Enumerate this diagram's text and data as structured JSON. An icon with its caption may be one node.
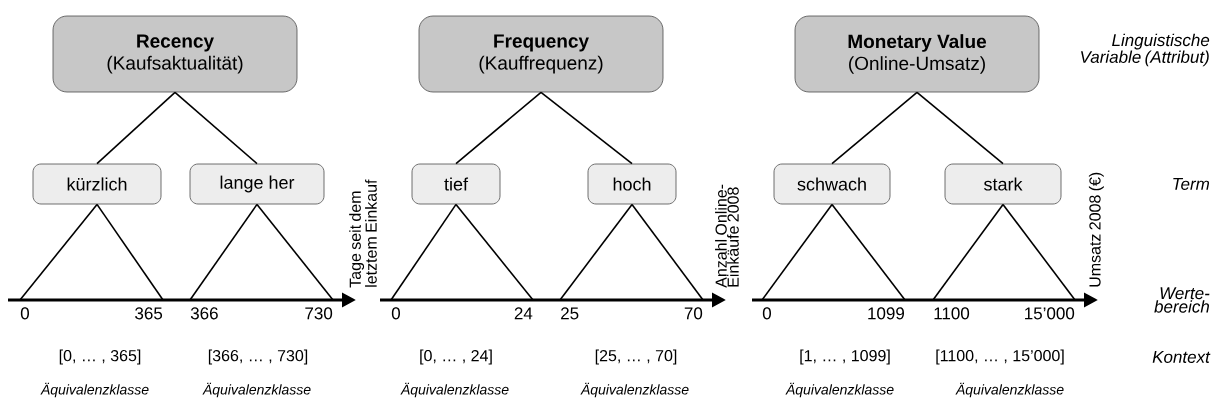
{
  "diagram": {
    "nodes": [
      {
        "text": [
          "Recency",
          "(Kaufsaktualität)"
        ]
      },
      {
        "text": [
          "kürzlich"
        ]
      },
      {
        "text": [
          "lange her"
        ]
      },
      {
        "text": [
          "Frequency",
          "(Kauffrequenz)"
        ]
      },
      {
        "text": [
          "tief"
        ]
      },
      {
        "text": [
          "hoch"
        ]
      },
      {
        "text": [
          "Monetary Value",
          "(Online-Umsatz)"
        ]
      },
      {
        "text": [
          "schwach"
        ]
      },
      {
        "text": [
          "stark"
        ]
      },
      {
        "text": [],
        "shape": "arrow"
      },
      {
        "text": [],
        "shape": "arrow"
      },
      {
        "text": [],
        "shape": "arrow"
      }
    ],
    "edges": [
      {
        "from": 0,
        "to": 1,
        "arrow": "none"
      },
      {
        "from": 0,
        "to": 2,
        "arrow": "none"
      },
      {
        "from": 3,
        "to": 4,
        "arrow": "none"
      },
      {
        "from": 3,
        "to": 5,
        "arrow": "none"
      },
      {
        "from": 6,
        "to": 7,
        "arrow": "none"
      },
      {
        "from": 6,
        "to": 8,
        "arrow": "none"
      },
      {
        "from": 1,
        "to": 9,
        "arrow": "none"
      },
      {
        "from": 1,
        "to": 9,
        "arrow": "none"
      },
      {
        "from": 2,
        "to": 9,
        "arrow": "none"
      },
      {
        "from": 2,
        "to": 9,
        "arrow": "none"
      },
      {
        "from": 4,
        "to": 10,
        "arrow": "none"
      },
      {
        "from": 4,
        "to": 10,
        "arrow": "none"
      },
      {
        "from": 5,
        "to": 10,
        "arrow": "none"
      },
      {
        "from": 5,
        "to": 10,
        "arrow": "none"
      },
      {
        "from": 7,
        "to": 11,
        "arrow": "none"
      },
      {
        "from": 7,
        "to": 11,
        "arrow": "none"
      },
      {
        "from": 8,
        "to": 11,
        "arrow": "none"
      },
      {
        "from": 8,
        "to": 11,
        "arrow": "none"
      }
    ],
    "labels": [
      "Linguistische Variable (Attribut)",
      "Tage seit dem letztem Einkauf",
      "Anzahl Online- Einkäufe 2008",
      "Umsatz 2008 (€)",
      "Term",
      "0",
      "365",
      "366",
      "730",
      "0",
      "24",
      "25",
      "70",
      "0",
      "1099",
      "1100",
      "15’000",
      "Werte- bereich",
      "[0, … , 365]",
      "[366, … , 730]",
      "[0, … , 24]",
      "[25, … , 70]",
      "[1, … , 1099]",
      "[1100, … , 15’000]",
      "Kontext",
      "Äquivalenzklasse",
      "Äquivalenzklasse",
      "Äquivalenzklasse",
      "Äquivalenzklasse",
      "Äquivalenzklasse",
      "Äquivalenzklasse"
    ]
  }
}
